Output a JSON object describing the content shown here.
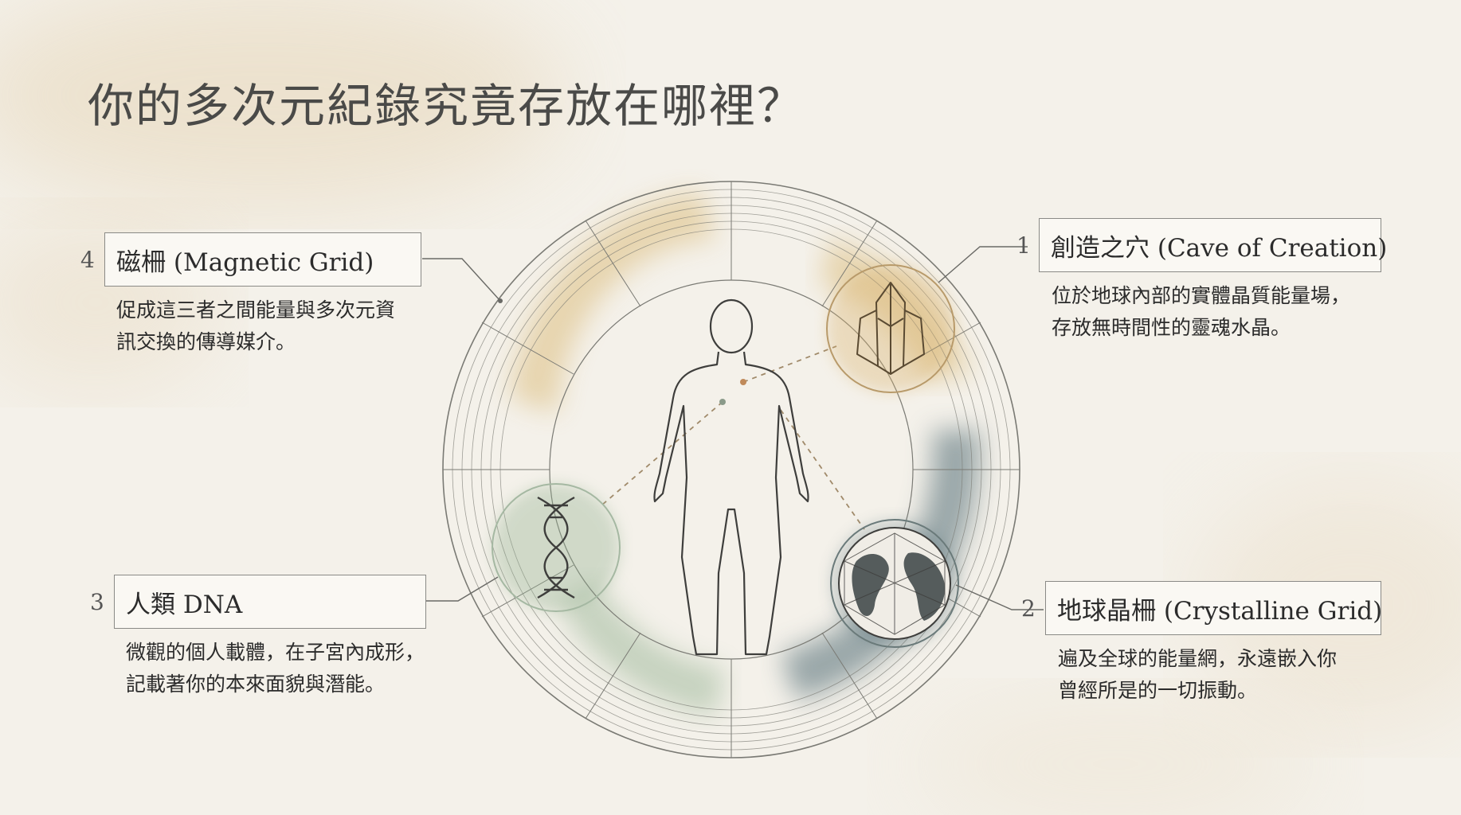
{
  "title": "你的多次元紀錄究竟存放在哪裡？",
  "items": [
    {
      "number": "1",
      "label": "創造之穴 (Cave of Creation)",
      "desc_lines": [
        "位於地球內部的實體晶質能量場，",
        "存放無時間性的靈魂水晶。"
      ],
      "icon": "crystal-icon",
      "color": "#d3a95a"
    },
    {
      "number": "2",
      "label": "地球晶柵 (Crystalline Grid)",
      "desc_lines": [
        "遍及全球的能量網，永遠嵌入你",
        "曾經所是的一切振動。"
      ],
      "icon": "earth-grid-icon",
      "color": "#4f6b73"
    },
    {
      "number": "3",
      "label": "人類 DNA",
      "desc_lines": [
        "微觀的個人載體，在子宮內成形，",
        "記載著你的本來面貌與潛能。"
      ],
      "icon": "dna-icon",
      "color": "#8fae8c"
    },
    {
      "number": "4",
      "label": "磁柵 (Magnetic Grid)",
      "desc_lines": [
        "促成這三者之間能量與多次元資",
        "訊交換的傳導媒介。"
      ],
      "icon": "magnetic-grid-icon",
      "color": "#d3a95a"
    }
  ]
}
